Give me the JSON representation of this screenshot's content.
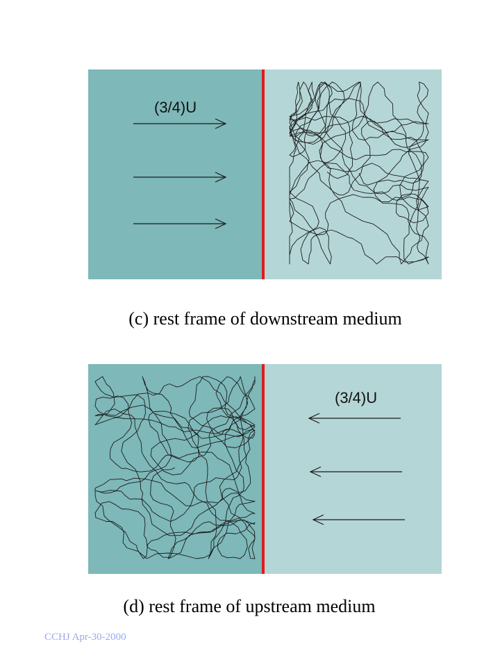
{
  "colors": {
    "downstream_fill": "#7eb8b9",
    "upstream_fill": "#b5d6d6",
    "shock_line": "#e01c1c",
    "trajectory": "#1a1a1a",
    "arrow": "#1a1a1a",
    "footer_text": "#9aa8ee"
  },
  "panels": [
    {
      "id": "c",
      "flow_label": "(3/4)U",
      "flow_direction": "right",
      "arrow_side": "left",
      "trajectory_side": "right",
      "caption": "(c) rest frame of downstream medium"
    },
    {
      "id": "d",
      "flow_label": "(3/4)U",
      "flow_direction": "left",
      "arrow_side": "right",
      "trajectory_side": "left",
      "caption": "(d) rest frame of upstream medium"
    }
  ],
  "footer": {
    "text": "CCHJ Apr-30-2000"
  },
  "icons": {
    "flow_arrow": "long-thin-arrow",
    "trajectory": "random-walk-path"
  }
}
